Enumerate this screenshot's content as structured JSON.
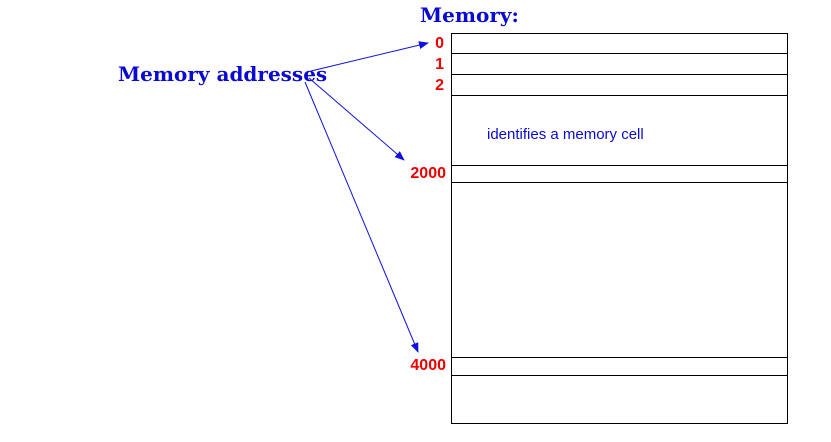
{
  "title": "Memory:",
  "pointer_label": "Memory addresses",
  "cell_note": "identifies a memory cell",
  "addresses": [
    "0",
    "1",
    "2",
    "2000",
    "4000"
  ],
  "colors": {
    "label_blue": "#0a0ad0",
    "address_red": "#ee0000",
    "arrow_blue": "#1010e0",
    "grid_line": "#000000"
  }
}
